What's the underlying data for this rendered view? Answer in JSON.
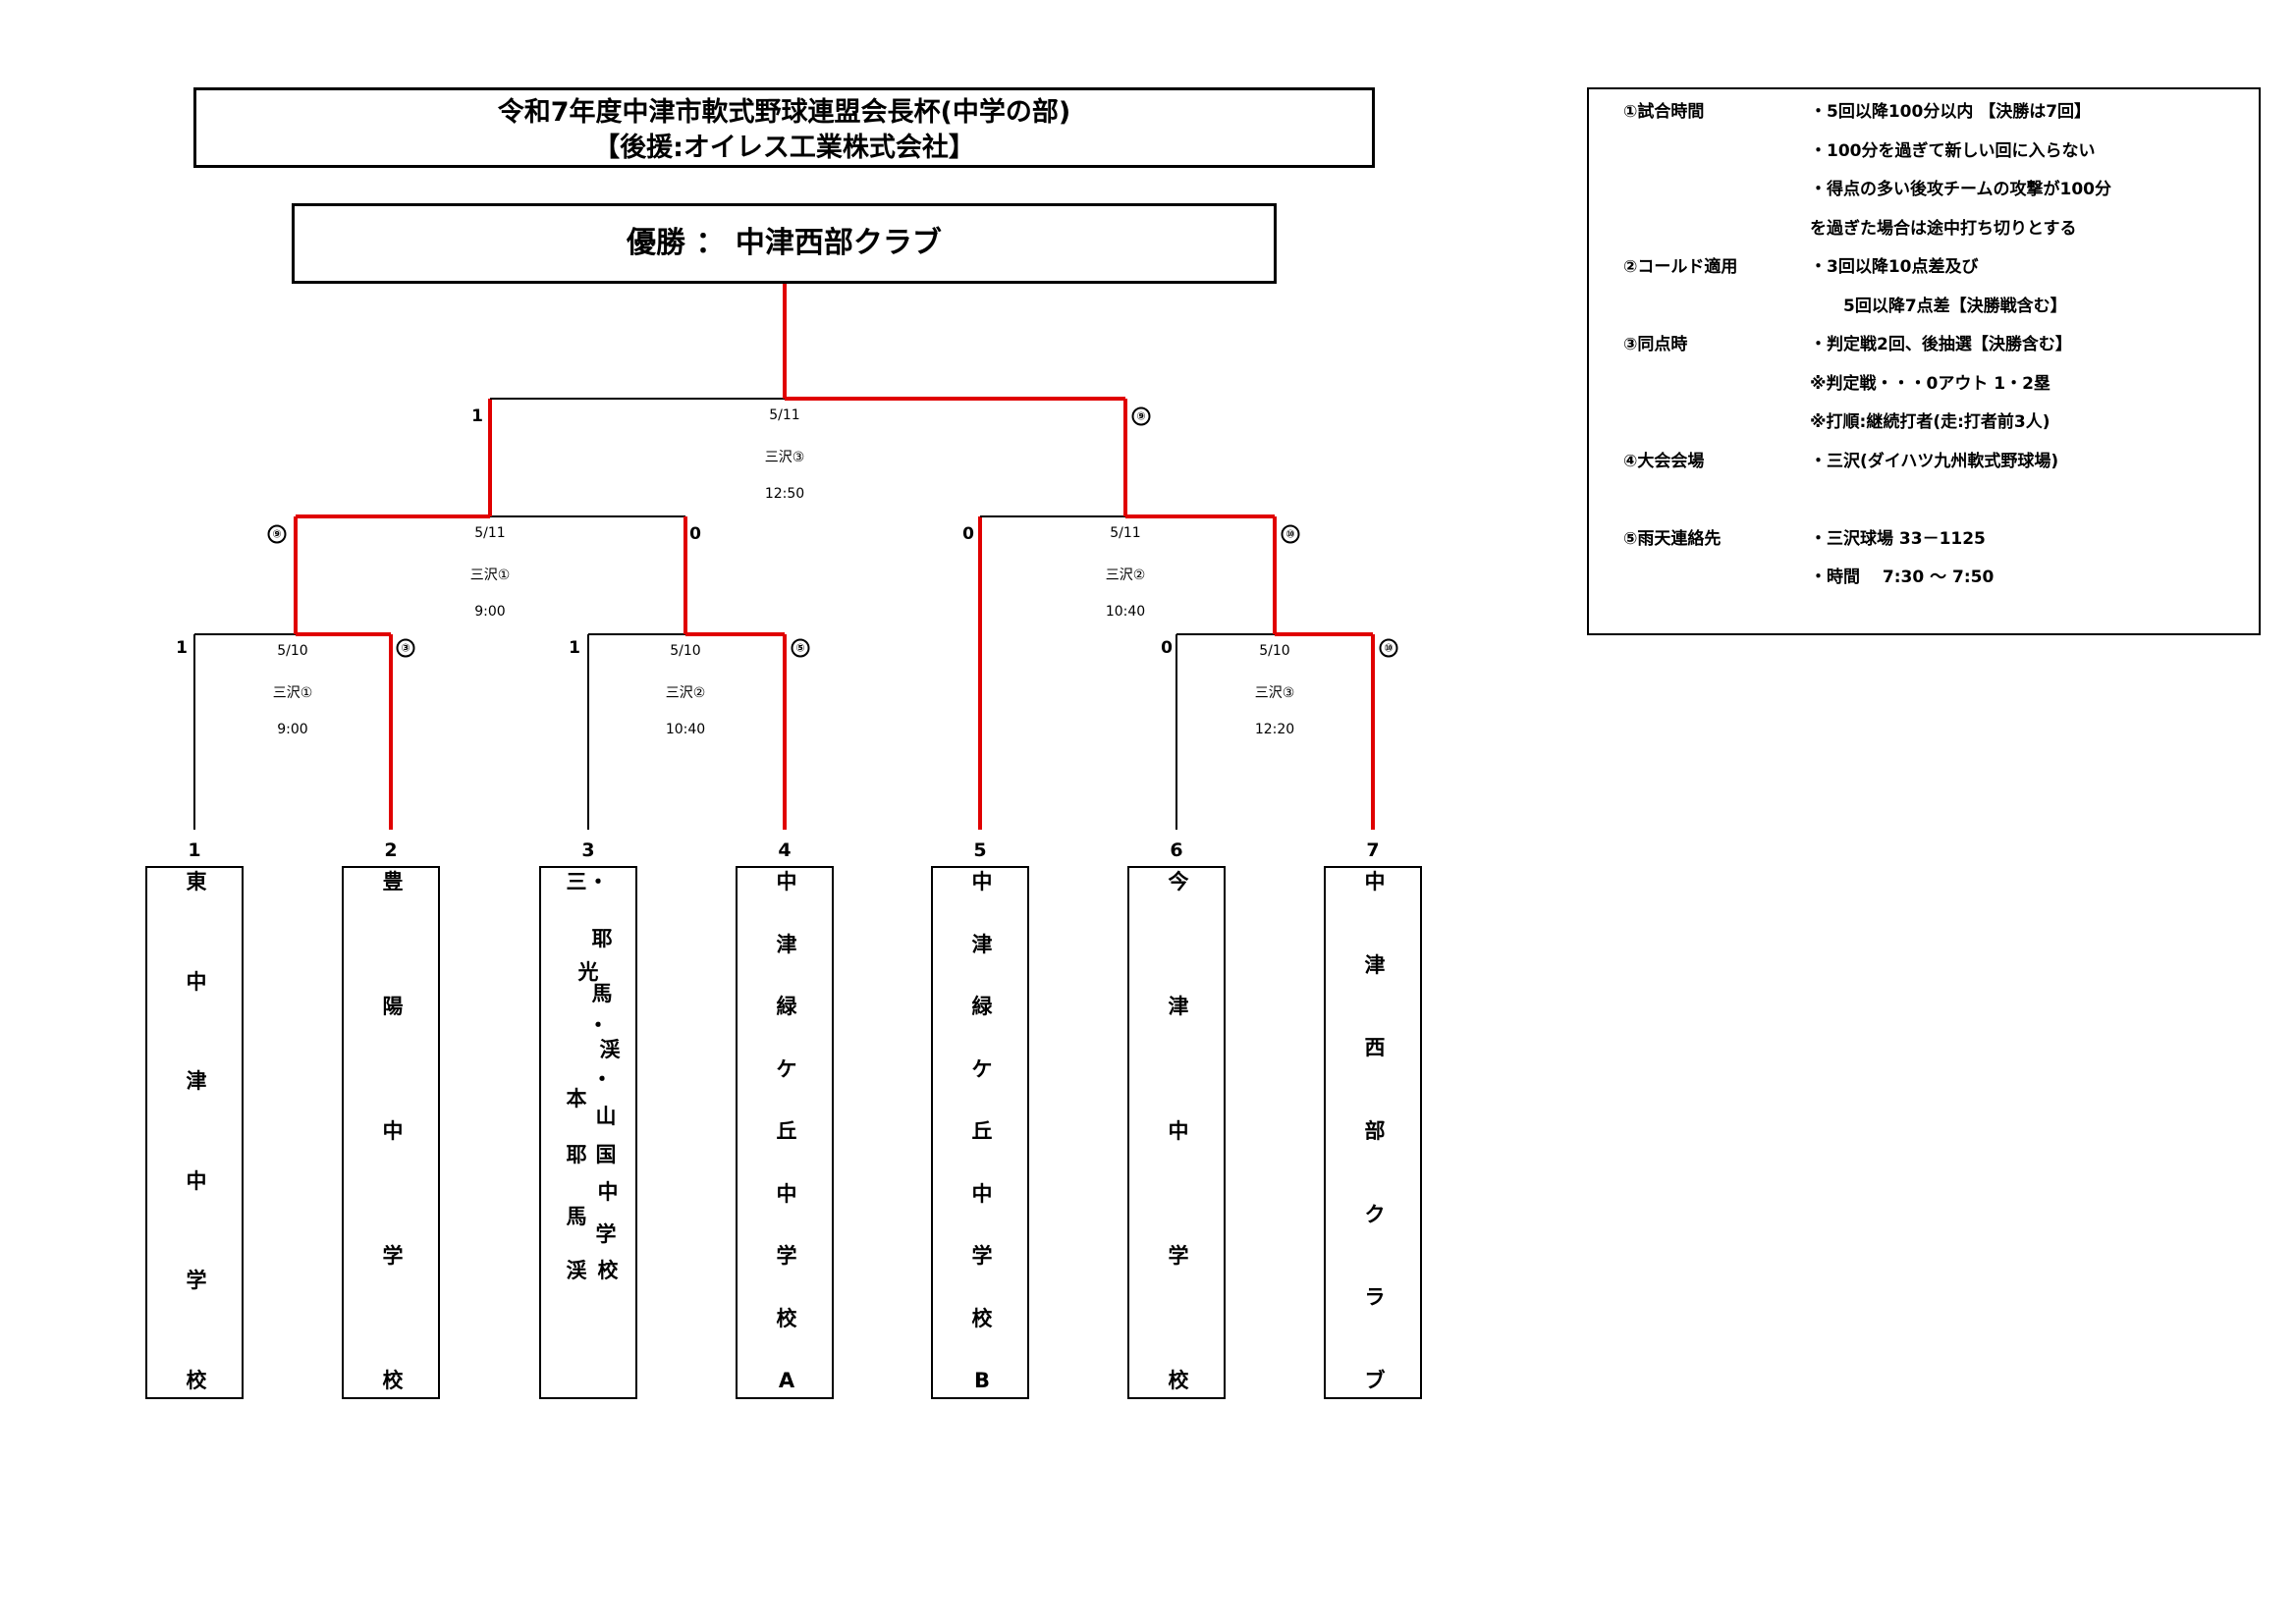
{
  "title": {
    "line1": "令和7年度中津市軟式野球連盟会長杯(中学の部)",
    "line2": "【後援:オイレス工業株式会社】"
  },
  "winner": "優勝 ： 中津西部クラブ",
  "rules": [
    {
      "key": "①試合時間",
      "lines": [
        "・5回以降100分以内 【決勝は7回】",
        "・100分を過ぎて新しい回に入らない",
        "・得点の多い後攻チームの攻撃が100分",
        " を過ぎた場合は途中打ち切りとする"
      ]
    },
    {
      "key": "②コールド適用",
      "lines": [
        "・3回以降10点差及び",
        "　　5回以降7点差【決勝戦含む】"
      ]
    },
    {
      "key": "③同点時",
      "lines": [
        "・判定戦2回、後抽選【決勝含む】",
        " ※判定戦・・・0アウト 1・2塁",
        " ※打順:継続打者(走:打者前3人)"
      ]
    },
    {
      "key": "④大会会場",
      "lines": [
        "・三沢(ダイハツ九州軟式野球場)"
      ]
    },
    {
      "key": "⑤雨天連絡先",
      "lines": [
        "・三沢球場 33－1125",
        "・時間 　7:30 ～ 7:50"
      ]
    }
  ],
  "teams": [
    {
      "num": "1",
      "chars": [
        "東",
        "中",
        "津",
        "中",
        "学",
        "校"
      ]
    },
    {
      "num": "2",
      "chars": [
        "豊",
        "陽",
        "中",
        "学",
        "校"
      ]
    },
    {
      "num": "3",
      "chars": [
        "三",
        "・",
        "耶",
        "光",
        "馬",
        "・",
        "渓",
        "・",
        "本",
        "山",
        "耶",
        "国",
        "中",
        "馬",
        "学",
        "渓",
        "校"
      ]
    },
    {
      "num": "4",
      "chars": [
        "中",
        "津",
        "緑",
        "ケ",
        "丘",
        "中",
        "学",
        "校",
        "A"
      ]
    },
    {
      "num": "5",
      "chars": [
        "中",
        "津",
        "緑",
        "ケ",
        "丘",
        "中",
        "学",
        "校",
        "B"
      ]
    },
    {
      "num": "6",
      "chars": [
        "今",
        "津",
        "中",
        "学",
        "校"
      ]
    },
    {
      "num": "7",
      "chars": [
        "中",
        "津",
        "西",
        "部",
        "ク",
        "ラ",
        "ブ"
      ]
    }
  ],
  "matches": [
    {
      "date": "5/10",
      "venue": "三沢①",
      "time": "9:00",
      "score_left": "1",
      "score_right": "③"
    },
    {
      "date": "5/10",
      "venue": "三沢②",
      "time": "10:40",
      "score_left": "1",
      "score_right": "⑤"
    },
    {
      "date": "5/10",
      "venue": "三沢③",
      "time": "12:20",
      "score_left": "0",
      "score_right": "⑩"
    },
    {
      "date": "5/11",
      "venue": "三沢①",
      "time": "9:00",
      "score_left": "⑨",
      "score_right": "0"
    },
    {
      "date": "5/11",
      "venue": "三沢②",
      "time": "10:40",
      "score_left": "0",
      "score_right": "⑩"
    },
    {
      "date": "5/11",
      "venue": "三沢③",
      "time": "12:50",
      "score_left": "1",
      "score_right": "⑨"
    }
  ],
  "colors": {
    "winner_line": "#e00000",
    "line": "#000000"
  }
}
